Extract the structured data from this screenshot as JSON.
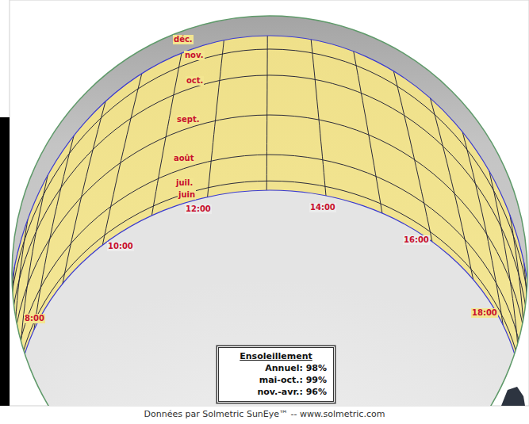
{
  "diagram": {
    "caption": "Données par Solmetric SunEye™ -- www.solmetric.com",
    "nodes": [
      {
        "text": [
          "Ensoleillement",
          "Annuel: 98%",
          "mai-oct.: 99%",
          "nov.-avr.: 96%"
        ]
      }
    ],
    "labels": [
      "déc.",
      "nov.",
      "oct.",
      "sept.",
      "août",
      "juil.",
      "juin",
      "12:00",
      "14:00",
      "10:00",
      "16:00",
      "8:00",
      "18:00"
    ]
  }
}
